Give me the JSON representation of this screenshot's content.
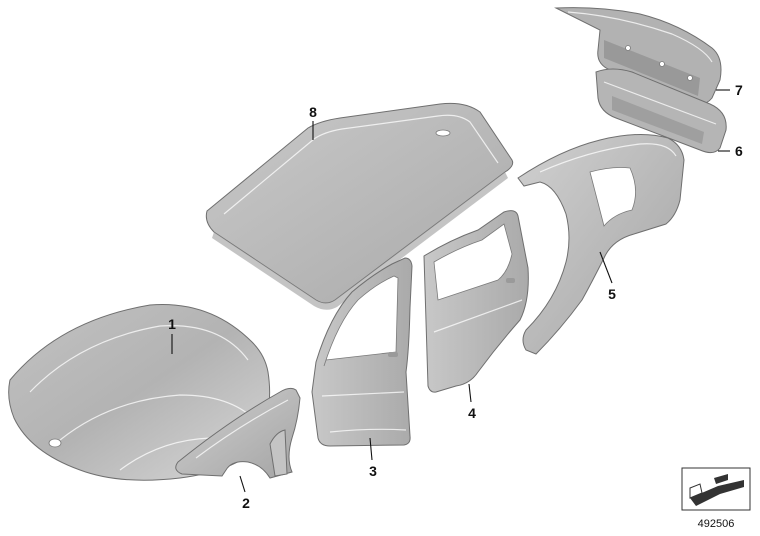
{
  "callouts": [
    {
      "id": "hood",
      "label": "1"
    },
    {
      "id": "front-side-panel",
      "label": "2"
    },
    {
      "id": "front-door",
      "label": "3"
    },
    {
      "id": "rear-door",
      "label": "4"
    },
    {
      "id": "side-frame",
      "label": "5"
    },
    {
      "id": "rear-panel-lower",
      "label": "6"
    },
    {
      "id": "rear-panel-upper",
      "label": "7"
    },
    {
      "id": "roof",
      "label": "8"
    }
  ],
  "diagram_number": "492506",
  "colors": {
    "panel": "#b9b9b9",
    "panel_light": "#d4d4d4",
    "panel_dark": "#8e8e8e",
    "outline": "#6f6f6f",
    "text": "#111111"
  },
  "icons": {
    "reference_symbol": "panel-section-icon"
  }
}
